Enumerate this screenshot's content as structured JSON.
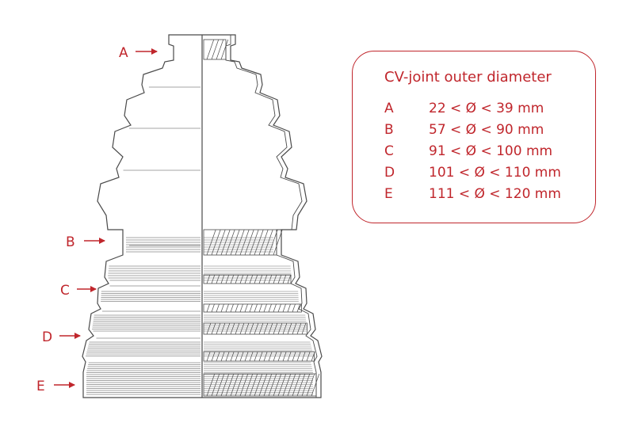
{
  "accent_color": "#c0262c",
  "line_color": "#4a4a4a",
  "labels": [
    "A",
    "B",
    "C",
    "D",
    "E"
  ],
  "icons": {
    "arrow": "arrow-right-icon",
    "boot": "cv-joint-boot-drawing"
  },
  "spec": {
    "title": "CV-joint outer diameter",
    "rows": [
      {
        "letter": "A",
        "range": "22 < Ø < 39 mm"
      },
      {
        "letter": "B",
        "range": "57 < Ø < 90 mm"
      },
      {
        "letter": "C",
        "range": "91 < Ø < 100 mm"
      },
      {
        "letter": "D",
        "range": "101 < Ø < 110 mm"
      },
      {
        "letter": "E",
        "range": "111 < Ø < 120 mm"
      }
    ]
  }
}
